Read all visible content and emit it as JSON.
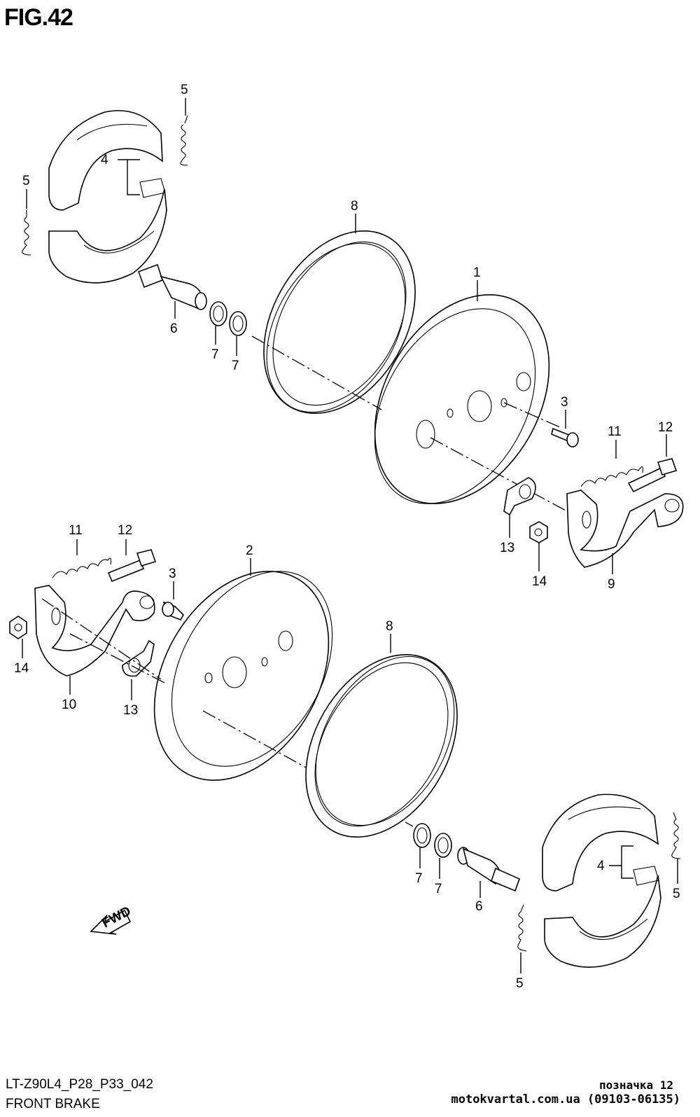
{
  "figure": {
    "title": "FIG.42",
    "code": "LT-Z90L4_P28_P33_042",
    "caption": "FRONT BRAKE"
  },
  "watermark": {
    "label": "позначка 12",
    "site": "motokvartal.com.ua (09103-06135)"
  },
  "fwd_arrow": {
    "text": "FWD"
  },
  "callouts": [
    {
      "id": "c5a",
      "text": "5"
    },
    {
      "id": "c4a",
      "text": "4"
    },
    {
      "id": "c5b",
      "text": "5"
    },
    {
      "id": "c8a",
      "text": "8"
    },
    {
      "id": "c1",
      "text": "1"
    },
    {
      "id": "c6a",
      "text": "6"
    },
    {
      "id": "c7a",
      "text": "7"
    },
    {
      "id": "c7b",
      "text": "7"
    },
    {
      "id": "c3a",
      "text": "3"
    },
    {
      "id": "c11a",
      "text": "11"
    },
    {
      "id": "c12a",
      "text": "12"
    },
    {
      "id": "c13a",
      "text": "13"
    },
    {
      "id": "c14a",
      "text": "14"
    },
    {
      "id": "c9",
      "text": "9"
    },
    {
      "id": "c11b",
      "text": "11"
    },
    {
      "id": "c12b",
      "text": "12"
    },
    {
      "id": "c2",
      "text": "2"
    },
    {
      "id": "c3b",
      "text": "3"
    },
    {
      "id": "c14b",
      "text": "14"
    },
    {
      "id": "c10",
      "text": "10"
    },
    {
      "id": "c13b",
      "text": "13"
    },
    {
      "id": "c8b",
      "text": "8"
    },
    {
      "id": "c4b",
      "text": "4"
    },
    {
      "id": "c5c",
      "text": "5"
    },
    {
      "id": "c7c",
      "text": "7"
    },
    {
      "id": "c7d",
      "text": "7"
    },
    {
      "id": "c6b",
      "text": "6"
    },
    {
      "id": "c5d",
      "text": "5"
    }
  ]
}
